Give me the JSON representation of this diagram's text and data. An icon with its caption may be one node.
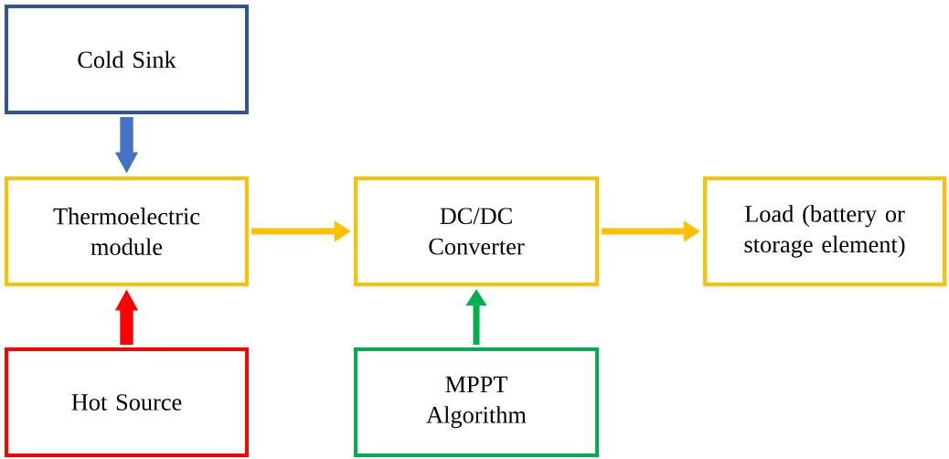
{
  "diagram": {
    "nodes": [
      {
        "text": [
          "Cold Sink"
        ]
      },
      {
        "text": [
          "Thermoelectric module"
        ]
      },
      {
        "text": [
          "Hot Source"
        ]
      },
      {
        "text": [
          "DC/DC Converter"
        ]
      },
      {
        "text": [
          "Load (battery or storage element)"
        ]
      },
      {
        "text": [
          "MPPT Algorithm"
        ]
      }
    ],
    "edges": [
      {
        "from": 0,
        "to": 1,
        "arrow": "to",
        "style": "thick",
        "color": "#4472c4"
      },
      {
        "from": 2,
        "to": 1,
        "arrow": "to",
        "style": "thick",
        "color": "#ff0000"
      },
      {
        "from": 1,
        "to": 3,
        "arrow": "to",
        "color": "#ffc000"
      },
      {
        "from": 3,
        "to": 4,
        "arrow": "to",
        "color": "#ffc000"
      },
      {
        "from": 5,
        "to": 3,
        "arrow": "to",
        "color": "#00b050"
      }
    ]
  }
}
